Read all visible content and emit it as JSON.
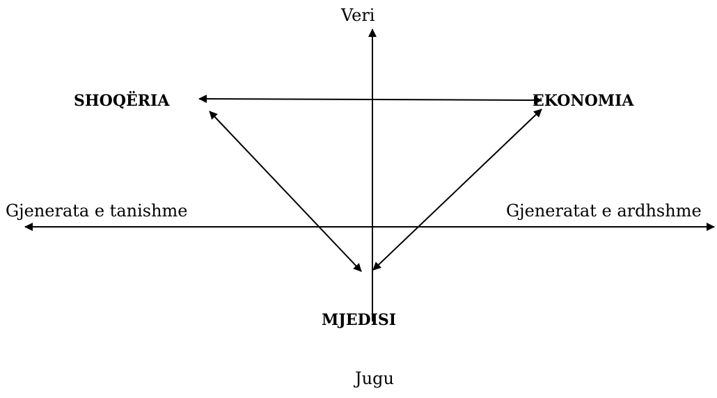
{
  "axes": {
    "north": "Veri",
    "south": "Jugu",
    "west": "Gjenerata e tanishme",
    "east": "Gjeneratat e ardhshme"
  },
  "nodes": {
    "society": "SHOQËRIA",
    "economy": "EKONOMIA",
    "environment": "MJEDISI"
  },
  "colors": {
    "line": "#000000",
    "text": "#000000",
    "background": "#ffffff"
  }
}
